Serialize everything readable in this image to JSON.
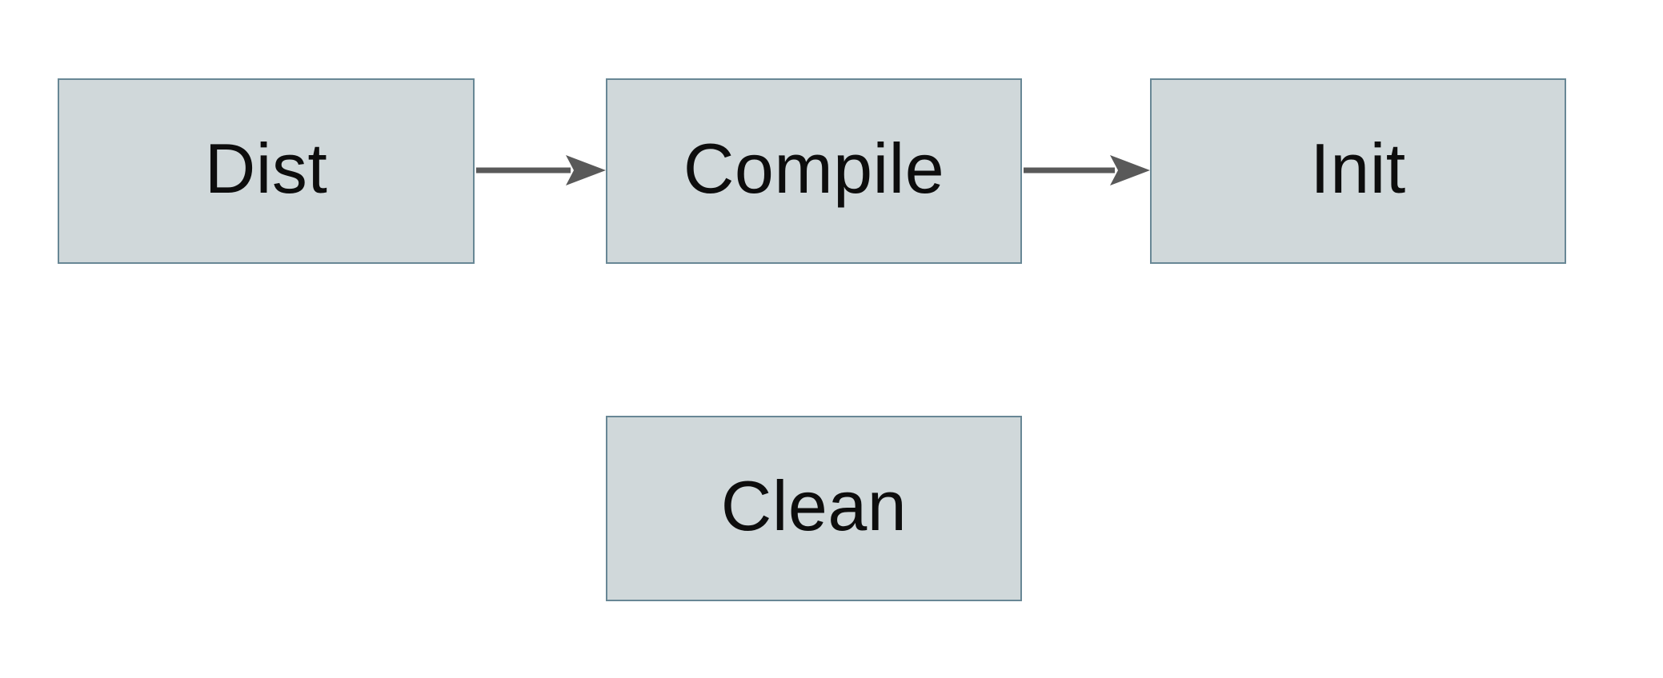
{
  "diagram": {
    "nodes": [
      {
        "id": "dist",
        "label": "Dist"
      },
      {
        "id": "compile",
        "label": "Compile"
      },
      {
        "id": "init",
        "label": "Init"
      },
      {
        "id": "clean",
        "label": "Clean"
      }
    ],
    "edges": [
      {
        "from": "dist",
        "to": "compile"
      },
      {
        "from": "compile",
        "to": "init"
      }
    ],
    "colors": {
      "background": "#ffffff",
      "node_fill": "#d0d8da",
      "node_border": "#688795",
      "arrow": "#595959",
      "text": "#0d0d0d"
    }
  }
}
